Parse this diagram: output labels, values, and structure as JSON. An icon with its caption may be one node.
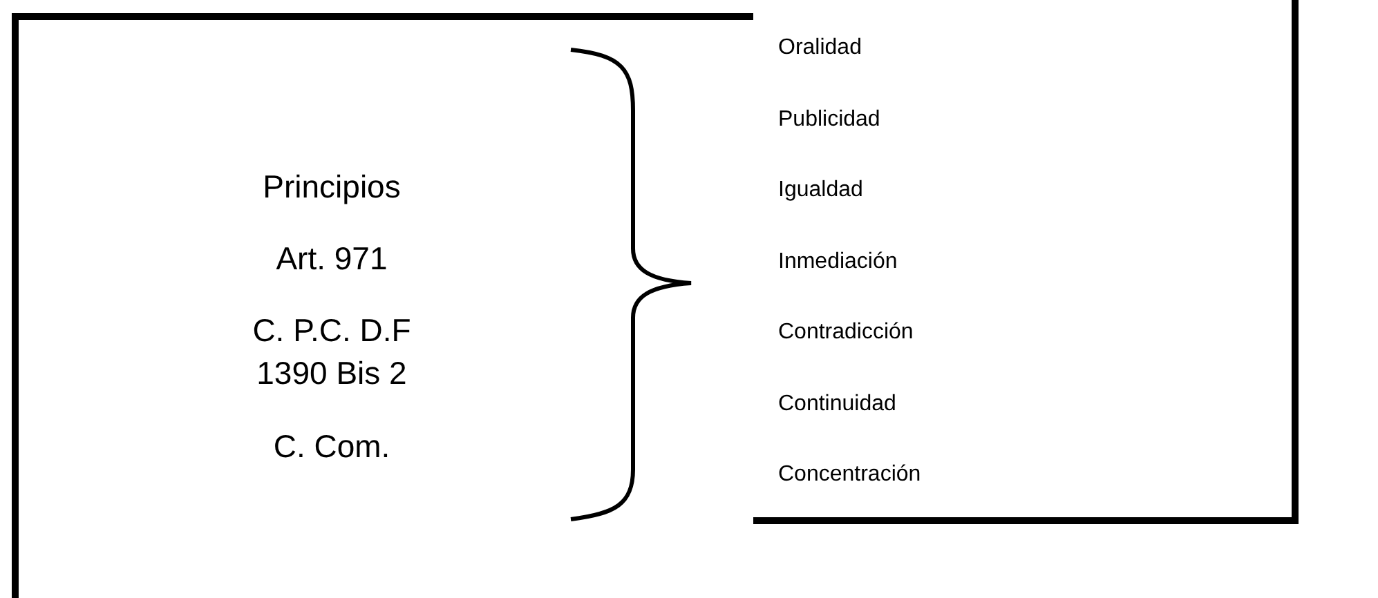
{
  "diagram": {
    "labels": [
      "Principios",
      "Art. 971",
      "C. P.C. D.F 1390 Bis 2",
      "C. Com.",
      "Oralidad",
      "Publicidad",
      "Igualdad",
      "Inmediación",
      "Contradicción",
      "Continuidad",
      "Concentración"
    ]
  }
}
